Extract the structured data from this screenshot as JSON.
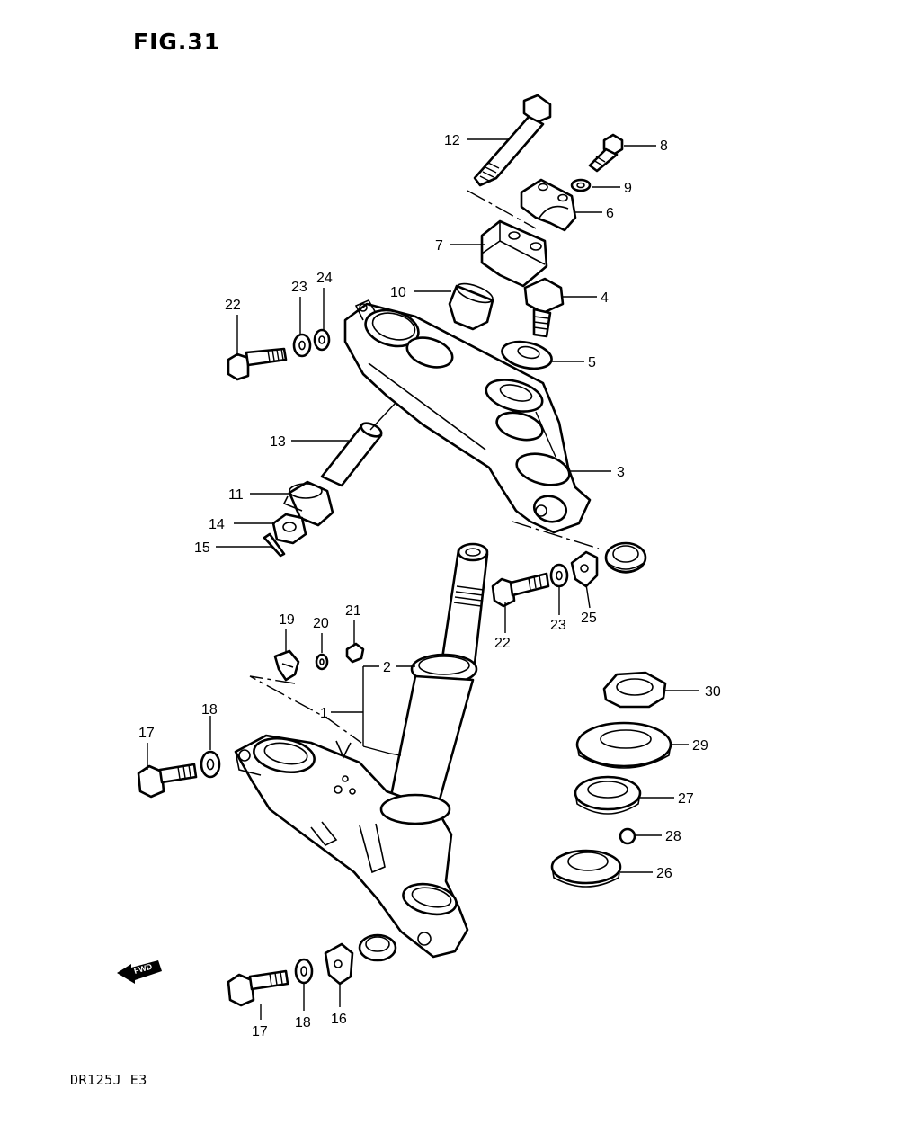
{
  "figure_title": "FIG.31",
  "model_code": "DR125J  E3",
  "fwd_label": "FWD",
  "callouts": [
    {
      "id": "12",
      "label": "12"
    },
    {
      "id": "8",
      "label": "8"
    },
    {
      "id": "9",
      "label": "9"
    },
    {
      "id": "6",
      "label": "6"
    },
    {
      "id": "7",
      "label": "7"
    },
    {
      "id": "10",
      "label": "10"
    },
    {
      "id": "4",
      "label": "4"
    },
    {
      "id": "5",
      "label": "5"
    },
    {
      "id": "22a",
      "label": "22"
    },
    {
      "id": "23a",
      "label": "23"
    },
    {
      "id": "24",
      "label": "24"
    },
    {
      "id": "13",
      "label": "13"
    },
    {
      "id": "3",
      "label": "3"
    },
    {
      "id": "11",
      "label": "11"
    },
    {
      "id": "14",
      "label": "14"
    },
    {
      "id": "15",
      "label": "15"
    },
    {
      "id": "22b",
      "label": "22"
    },
    {
      "id": "23b",
      "label": "23"
    },
    {
      "id": "25",
      "label": "25"
    },
    {
      "id": "19",
      "label": "19"
    },
    {
      "id": "20",
      "label": "20"
    },
    {
      "id": "21",
      "label": "21"
    },
    {
      "id": "2",
      "label": "2"
    },
    {
      "id": "1",
      "label": "1"
    },
    {
      "id": "18a",
      "label": "18"
    },
    {
      "id": "17a",
      "label": "17"
    },
    {
      "id": "30",
      "label": "30"
    },
    {
      "id": "29",
      "label": "29"
    },
    {
      "id": "27",
      "label": "27"
    },
    {
      "id": "28",
      "label": "28"
    },
    {
      "id": "26",
      "label": "26"
    },
    {
      "id": "17b",
      "label": "17"
    },
    {
      "id": "18b",
      "label": "18"
    },
    {
      "id": "16",
      "label": "16"
    }
  ]
}
